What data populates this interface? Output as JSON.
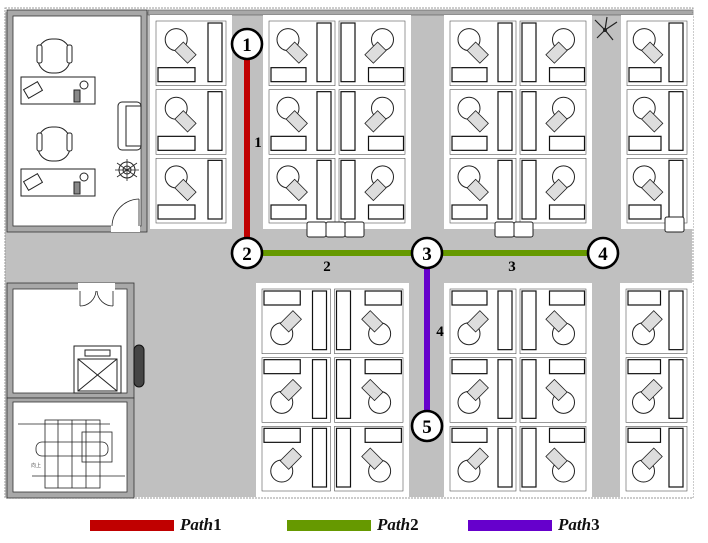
{
  "diagram": {
    "title": "Office floor plan with evacuation paths",
    "colors": {
      "corridor": "#c0c0c0",
      "wall": "#a8a8a8",
      "room": "#ffffff",
      "path1": "#c00000",
      "path2": "#669900",
      "path3": "#6600cc"
    },
    "nodes": [
      {
        "id": "1",
        "label": "1"
      },
      {
        "id": "2",
        "label": "2"
      },
      {
        "id": "3",
        "label": "3"
      },
      {
        "id": "4",
        "label": "4"
      },
      {
        "id": "5",
        "label": "5"
      }
    ],
    "edges": [
      {
        "label": "1",
        "from": "1",
        "to": "2",
        "path": "path1"
      },
      {
        "label": "2",
        "from": "2",
        "to": "3",
        "path": "path2"
      },
      {
        "label": "3",
        "from": "3",
        "to": "4",
        "path": "path2"
      },
      {
        "label": "4",
        "from": "3",
        "to": "5",
        "path": "path3"
      }
    ],
    "rooms": [
      {
        "name": "office-room",
        "items": [
          "desk",
          "desk",
          "chair",
          "chair",
          "sofa",
          "plant",
          "door"
        ]
      },
      {
        "name": "elevator-room",
        "items": [
          "elevator",
          "double-door",
          "fire-extinguisher"
        ]
      },
      {
        "name": "stairwell",
        "items": [
          "stairs"
        ],
        "label": "向上"
      }
    ],
    "cubicle_blocks": [
      {
        "name": "top-left-column",
        "cubicles": 3
      },
      {
        "name": "top-block-a",
        "cubicles": 6
      },
      {
        "name": "top-block-b",
        "cubicles": 6
      },
      {
        "name": "top-right-column",
        "cubicles": 3
      },
      {
        "name": "bottom-block-a",
        "cubicles": 6
      },
      {
        "name": "bottom-block-b",
        "cubicles": 6
      },
      {
        "name": "bottom-right-column",
        "cubicles": 3
      }
    ]
  },
  "legend": [
    {
      "prefix": "Path",
      "num": "1",
      "color_key": "path1"
    },
    {
      "prefix": "Path",
      "num": "2",
      "color_key": "path2"
    },
    {
      "prefix": "Path",
      "num": "3",
      "color_key": "path3"
    }
  ]
}
